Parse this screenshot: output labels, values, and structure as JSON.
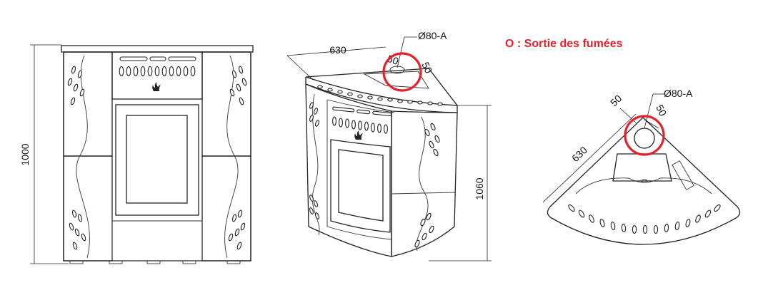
{
  "legend": {
    "text": "O : Sortie des fumées",
    "color": "#e8202a"
  },
  "front_view": {
    "height_label": "1000"
  },
  "perspective_view": {
    "width_label": "630",
    "flue_label": "Ø80-A",
    "offset_label_a": "50",
    "offset_label_b": "50",
    "height_label": "1060"
  },
  "top_view": {
    "width_label": "630",
    "flue_label": "Ø80-A",
    "offset_label_a": "50",
    "offset_label_b": "50"
  },
  "icons": [
    "flame-logo-icon",
    "smoke-outlet-circle-icon"
  ]
}
